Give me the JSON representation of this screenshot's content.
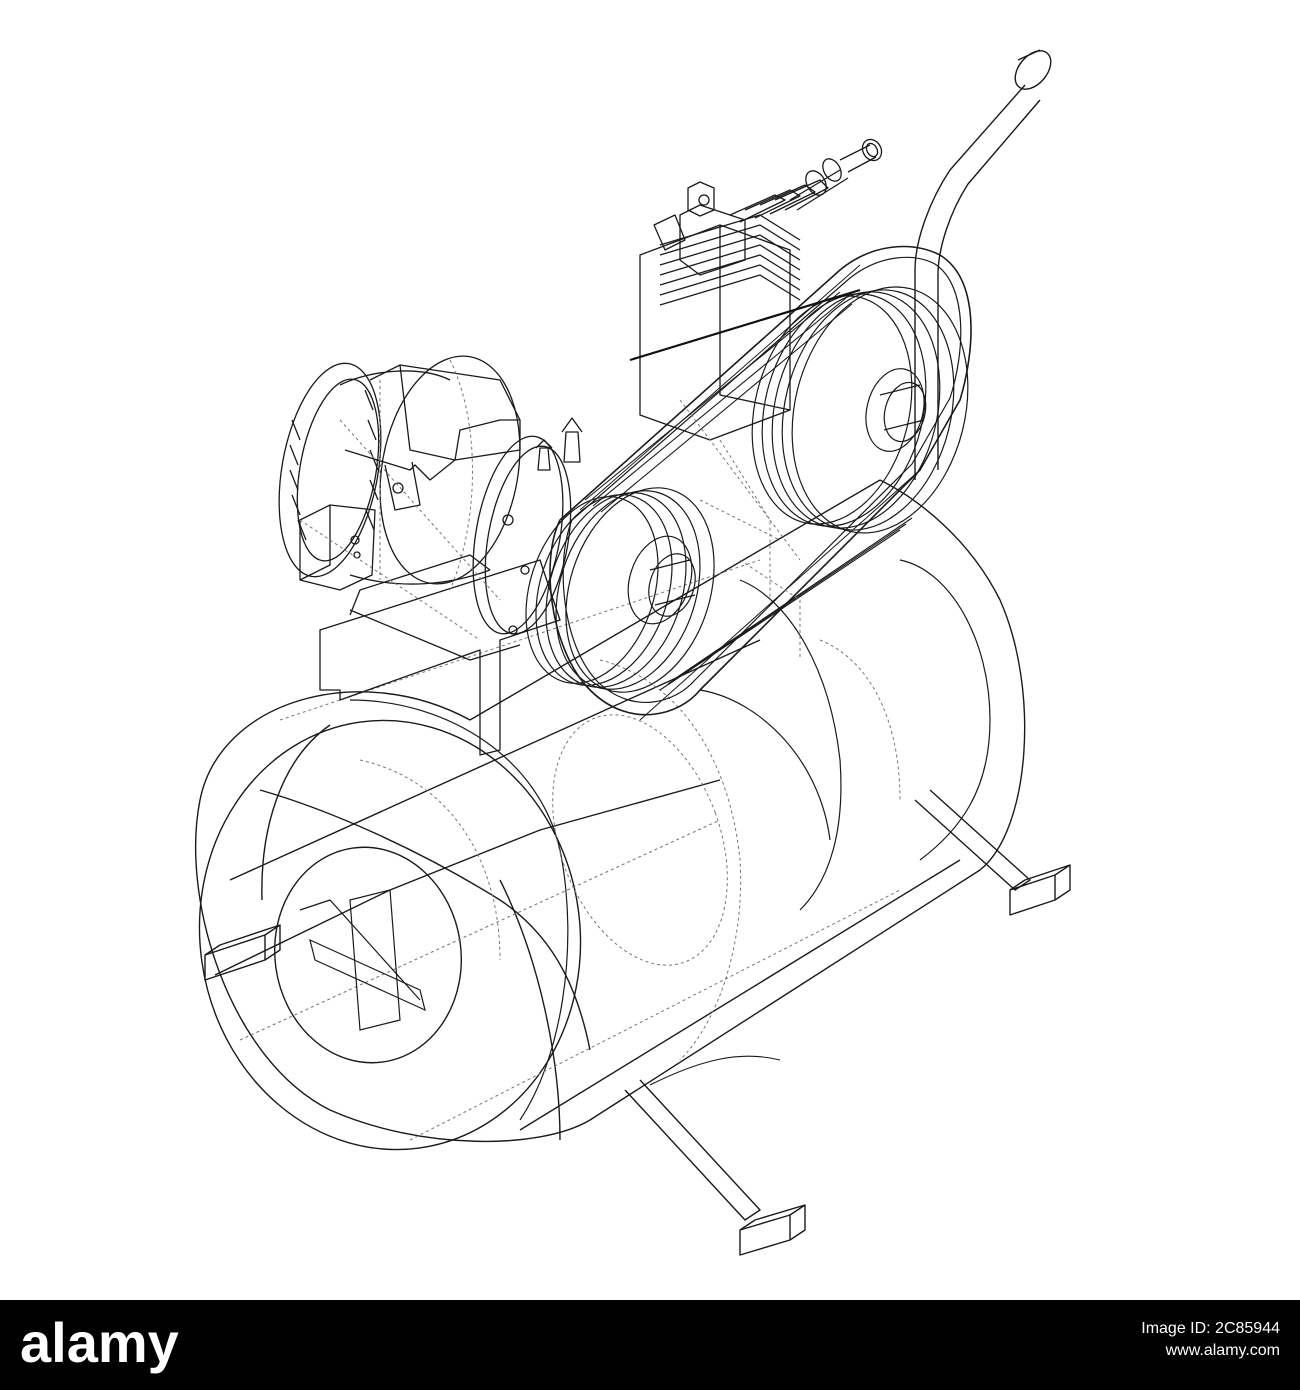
{
  "image": {
    "subject": "",
    "style": "wireframe line drawing",
    "background_color": "#ffffff",
    "line_color": "#111111"
  },
  "watermark": {
    "logo": "alamy",
    "logo_color": "#ffffff",
    "bar_color": "#000000",
    "image_id_line": "Image ID: 2C85944",
    "site_line": "www.alamy.com"
  }
}
